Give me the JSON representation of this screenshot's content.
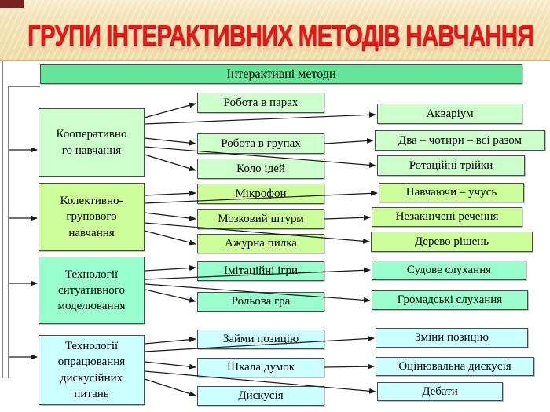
{
  "banner": {
    "title": "ГРУПИ ІНТЕРАКТИВНИХ МЕТОДІВ НАВЧАННЯ"
  },
  "colors": {
    "banner_bg": "#F4E3B8",
    "title_red": "#E81717",
    "corner_maroon": "#7A2121",
    "root_green": "#66E699",
    "group_pale_green": "#CCFFCC",
    "group_yellow_green": "#CCFF99",
    "group_mint": "#99FFCC",
    "group_cyan": "#CCFFFF",
    "box_border": "#4A4A4A",
    "arrow": "#1A1A1A"
  },
  "diagram": {
    "root": {
      "label": "Інтерактивні методи"
    },
    "groups": [
      {
        "color": "#CCFFCC",
        "category": {
          "label": "Кооперативно\nго навчання"
        },
        "methods": [
          {
            "label": "Робота в парах"
          },
          {
            "label": "Робота в групах"
          },
          {
            "label": "Коло ідей"
          }
        ],
        "submethods": [
          {
            "label": "Акваріум"
          },
          {
            "label": "Два – чотири – всі разом"
          },
          {
            "label": "Ротаційні трійки"
          }
        ]
      },
      {
        "color": "#CCFF99",
        "category": {
          "label": "Колективно-\nгрупового\nнавчання"
        },
        "methods": [
          {
            "label": "Мікрофон"
          },
          {
            "label": "Мозковий штурм"
          },
          {
            "label": "Ажурна пилка"
          }
        ],
        "submethods": [
          {
            "label": "Навчаючи – учусь"
          },
          {
            "label": "Незакінчені речення"
          },
          {
            "label": "Дерево рішень"
          }
        ]
      },
      {
        "color": "#99FFCC",
        "category": {
          "label": "Технології\nситуативного\nмоделювання"
        },
        "methods": [
          {
            "label": "Імітаційні ігри"
          },
          {
            "label": "Рольова гра"
          }
        ],
        "submethods": [
          {
            "label": "Судове слухання"
          },
          {
            "label": "Громадські слухання"
          }
        ]
      },
      {
        "color": "#CCFFFF",
        "category": {
          "label": "Технології\nопрацювання\nдискусійних\nпитань"
        },
        "methods": [
          {
            "label": "Займи позицію"
          },
          {
            "label": "Шкала думок"
          },
          {
            "label": "Дискусія"
          }
        ],
        "submethods": [
          {
            "label": "Зміни позицію"
          },
          {
            "label": "Оцінювальна дискусія"
          },
          {
            "label": "Дебати"
          }
        ]
      }
    ]
  }
}
